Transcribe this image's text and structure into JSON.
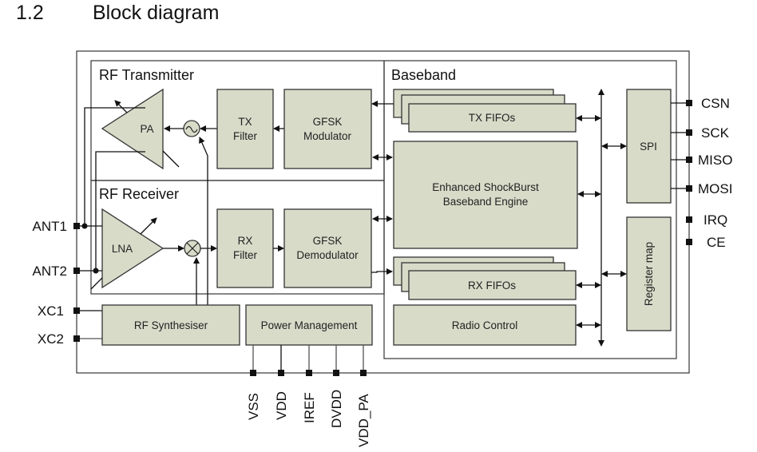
{
  "heading": {
    "number": "1.2",
    "title": "Block diagram"
  },
  "sections": {
    "rf_transmitter": "RF Transmitter",
    "rf_receiver": "RF Receiver",
    "baseband": "Baseband"
  },
  "blocks": {
    "pa": "PA",
    "tx_filter": [
      "TX",
      "Filter"
    ],
    "gfsk_mod": [
      "GFSK",
      "Modulator"
    ],
    "lna": "LNA",
    "rx_filter": [
      "RX",
      "Filter"
    ],
    "gfsk_demod": [
      "GFSK",
      "Demodulator"
    ],
    "tx_fifos": "TX FIFOs",
    "esb_engine": [
      "Enhanced ShockBurst",
      "Baseband Engine"
    ],
    "rx_fifos": "RX FIFOs",
    "radio_control": "Radio Control",
    "spi": "SPI",
    "register_map": "Register map",
    "rf_synth": "RF Synthesiser",
    "power_mgmt": "Power Management"
  },
  "pins": {
    "left": [
      "ANT1",
      "ANT2",
      "XC1",
      "XC2"
    ],
    "right": [
      "CSN",
      "SCK",
      "MISO",
      "MOSI",
      "IRQ",
      "CE"
    ],
    "bottom": [
      "VSS",
      "VDD",
      "IREF",
      "DVDD",
      "VDD_PA"
    ]
  },
  "colors": {
    "block_fill": "#d9dbc9",
    "line": "#111111"
  }
}
